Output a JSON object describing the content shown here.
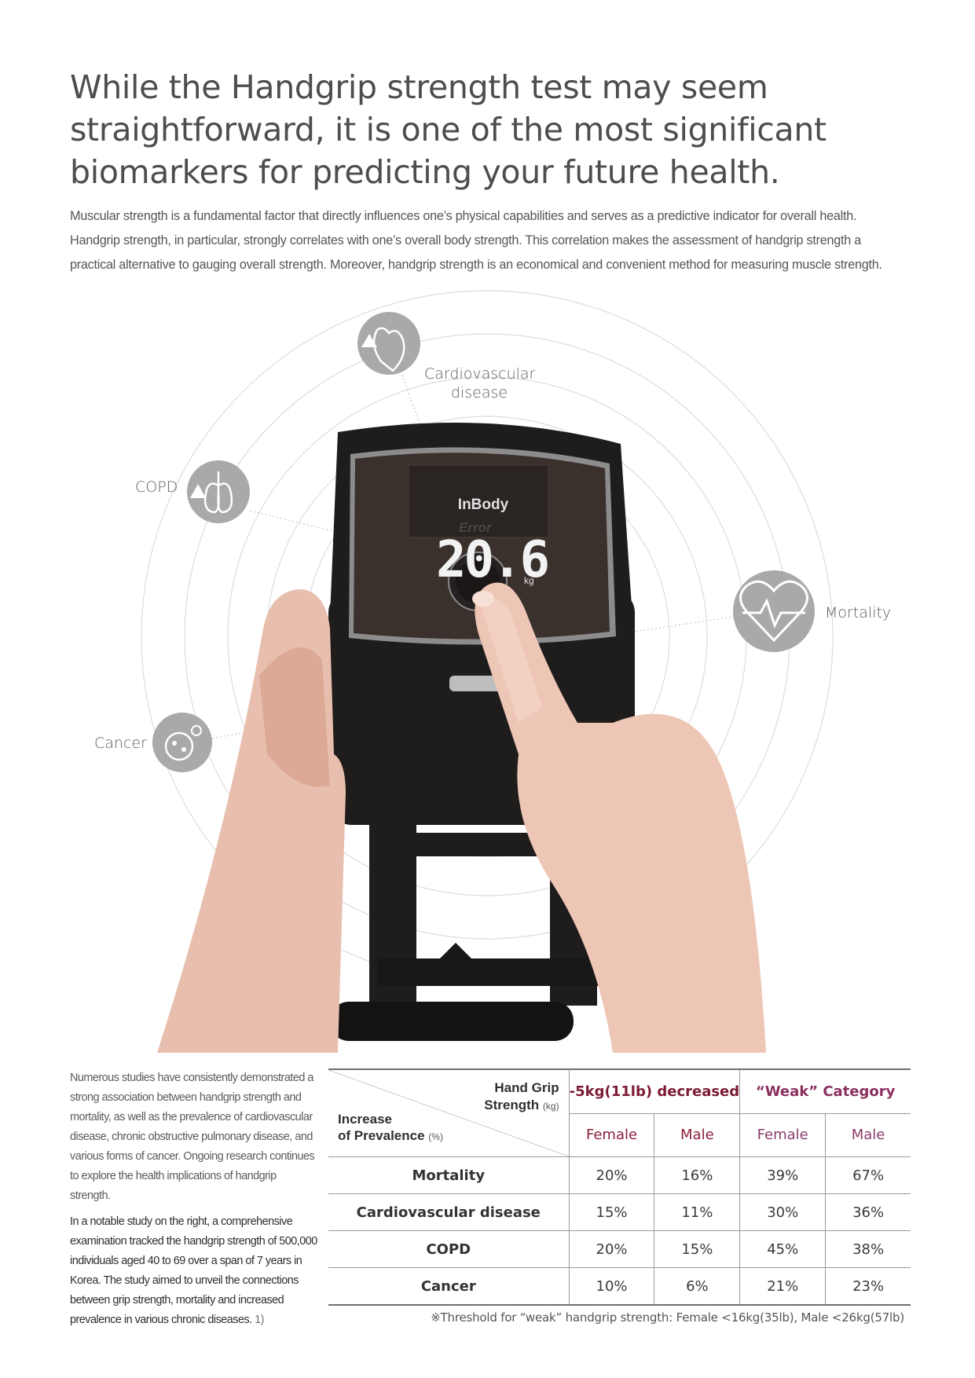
{
  "headline": {
    "line1": "While the Handgrip strength test may seem",
    "line2": "straightforward, it is one of the most significant",
    "line3": "biomarkers for predicting your future health."
  },
  "intro": {
    "line1": "Muscular strength is a fundamental factor that directly influences one’s physical capabilities and serves as a predictive indicator for overall health.",
    "line2": "Handgrip strength, in particular, strongly correlates with one’s overall body strength. This correlation makes the assessment of handgrip strength a",
    "line3": "practical alternative to gauging overall strength. Moreover, handgrip strength is an economical and convenient method for measuring muscle strength."
  },
  "diagram": {
    "labels": {
      "cardio_line1": "Cardiovascular",
      "cardio_line2": "disease",
      "copd": "COPD",
      "mortality": "Mortality",
      "cancer": "Cancer"
    },
    "icons": [
      "heart-warning-icon",
      "lungs-warning-icon",
      "heartbeat-icon",
      "cancer-cell-icon"
    ],
    "colors": {
      "icon_circle": "#a9a9a9",
      "rings": "#d9d9d9",
      "device": "#1f1d1c",
      "screen": "#3a302c"
    }
  },
  "device": {
    "brand": "InBody",
    "display_value": "20.6",
    "display_unit": "kg",
    "display_ghost": "Error"
  },
  "study": {
    "para1": "Numerous studies have consistently demonstrated a strong association between handgrip strength and mortality, as well as the prevalence of cardiovascular disease, chronic obstructive pulmonary disease, and various forms of cancer. Ongoing research continues to explore the health implications of handgrip strength.",
    "para2": "In a notable study on the right, a comprehensive examination tracked the handgrip strength of 500,000 individuals aged 40 to 69 over a span of 7 years in Korea. The study aimed to unveil the connections between grip strength, mortality and increased prevalence in various chronic diseases.",
    "ref": "1)"
  },
  "table": {
    "corner_top_line1": "Hand Grip",
    "corner_top_line2": "Strength",
    "corner_top_unit": "(kg)",
    "corner_bottom_line1": "Increase",
    "corner_bottom_line2": "of Prevalence",
    "corner_bottom_unit": "(%)",
    "group_a": "-5kg(11lb) decreased",
    "group_b": "“Weak” Category",
    "sub": [
      "Female",
      "Male",
      "Female",
      "Male"
    ],
    "rows": [
      {
        "name": "Mortality",
        "values": [
          "20%",
          "16%",
          "39%",
          "67%"
        ]
      },
      {
        "name": "Cardiovascular disease",
        "values": [
          "15%",
          "11%",
          "30%",
          "36%"
        ]
      },
      {
        "name": "COPD",
        "values": [
          "20%",
          "15%",
          "45%",
          "38%"
        ]
      },
      {
        "name": "Cancer",
        "values": [
          "10%",
          "6%",
          "21%",
          "23%"
        ]
      }
    ],
    "colors": {
      "group_a": "#7b1a33",
      "group_b": "#8a2f5e"
    }
  },
  "footnote": "※Threshold for “weak” handgrip strength: Female <16kg(35lb), Male <26kg(57lb)"
}
